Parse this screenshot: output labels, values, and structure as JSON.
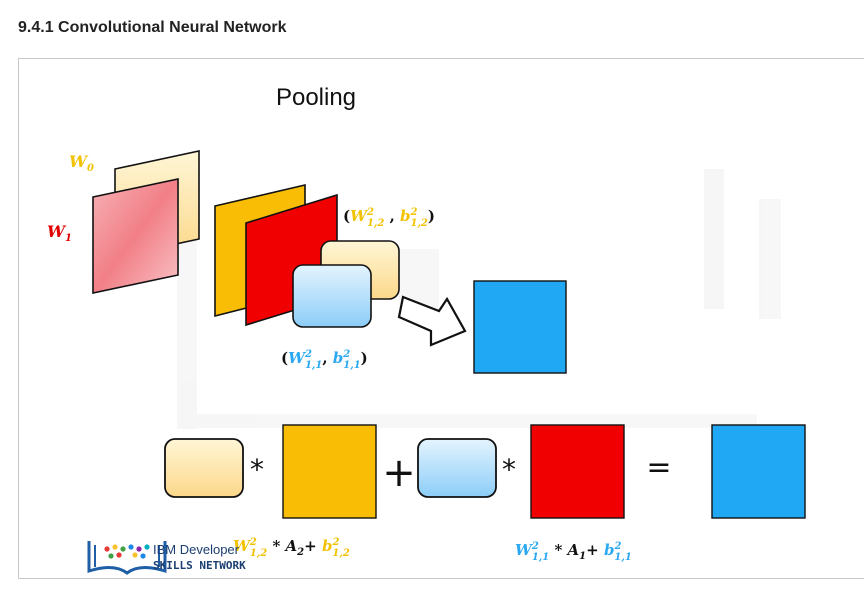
{
  "header": {
    "title": "9.4.1 Convolutional Neural Network"
  },
  "slide": {
    "title": "Pooling",
    "labels": {
      "w0": {
        "base": "W",
        "sub": "0"
      },
      "w1": {
        "base": "W",
        "sub": "1"
      },
      "params_12": {
        "open": "(",
        "w": "W",
        "wsup": "2",
        "wsub": "1,2",
        "sep": " , ",
        "b": "b",
        "bsup": "2",
        "bsub": "1,2",
        "close": ")"
      },
      "params_11": {
        "open": "(",
        "w": "W",
        "wsup": "2",
        "wsub": "1,1",
        "sep": ", ",
        "b": "b",
        "bsup": "2",
        "bsub": "1,1",
        "close": ")"
      }
    },
    "equation": {
      "mult1": "*",
      "plus": "+",
      "mult2": "*",
      "equals": "="
    },
    "formulas": {
      "f1": {
        "w": "W",
        "wsup": "2",
        "wsub": "1,2",
        "op": " * ",
        "a": "A",
        "asub": "2",
        "plus": "+ ",
        "b": "b",
        "bsup": "2",
        "bsub": "1,2"
      },
      "f2": {
        "w": "W",
        "wsup": "2",
        "wsub": "1,1",
        "op": " * ",
        "a": "A",
        "asub": "1",
        "plus": "+ ",
        "b": "b",
        "bsup": "2",
        "bsub": "1,1"
      }
    },
    "logo": {
      "line1": "IBM Developer",
      "line2": "SKILLS NETWORK"
    }
  },
  "colors": {
    "yellow_label": "#f2c200",
    "red_label": "#e00000",
    "blue_label": "#2aa8f2",
    "orange": "#f9bd05",
    "red": "#f00000",
    "blue": "#20a8f5",
    "light_yellow": "#fde6a6",
    "light_blue": "#a9dbfb",
    "pink": "#f79ea5"
  }
}
